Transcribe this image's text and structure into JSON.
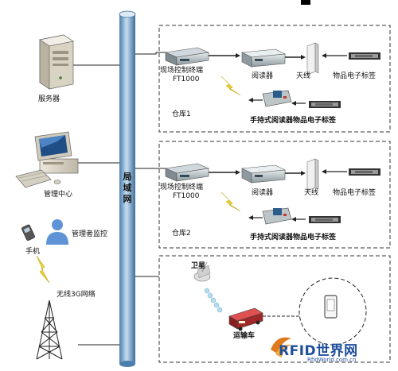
{
  "labels": {
    "server": "服务器",
    "mgmt_center": "管理中心",
    "mgr_monitor": "管理者监控",
    "phone": "手机",
    "wireless_3g": "无线3G网络",
    "lan": "局域网",
    "ft_terminal": "现场控制终端",
    "ft_model": "FT1000",
    "reader": "阅读器",
    "antenna": "天线",
    "tag": "物品电子标签",
    "handheld": "手持式阅读器物品电子标签",
    "warehouse1": "仓库1",
    "warehouse2": "仓库2",
    "satellite": "卫星",
    "truck": "运输车"
  },
  "logo": {
    "brand": "RFID世界网",
    "site": "RfidWorld.com.cn"
  },
  "colors": {
    "backbone": "#8fb6da",
    "backbone_dark": "#3f6f9a",
    "dashed_box": "#333333",
    "lightning": "#e8d23a"
  }
}
